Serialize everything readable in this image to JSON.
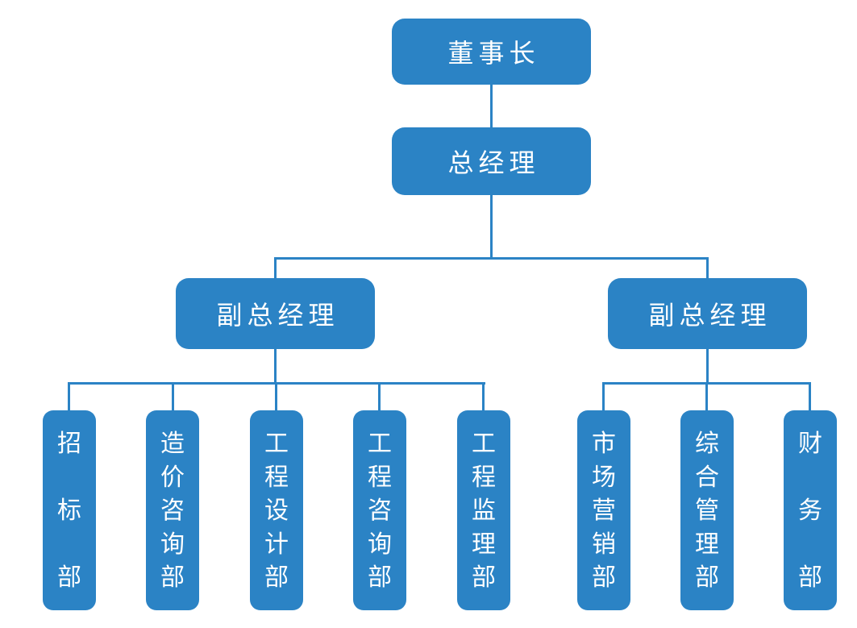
{
  "palette": {
    "canvas_bg": "#ffffff",
    "box_fill": "#2b83c5",
    "connector": "#2b83c5",
    "box_text": "#ffffff"
  },
  "org": {
    "type": "org-tree",
    "root": {
      "label": "董事长",
      "children": [
        {
          "label": "总经理",
          "children": [
            {
              "label": "副总经理",
              "children": [
                {
                  "label": "招标部"
                },
                {
                  "label": "造价咨询部"
                },
                {
                  "label": "工程设计部"
                },
                {
                  "label": "工程咨询部"
                },
                {
                  "label": "工程监理部"
                }
              ]
            },
            {
              "label": "副总经理",
              "children": [
                {
                  "label": "市场营销部"
                },
                {
                  "label": "综合管理部"
                },
                {
                  "label": "财务部"
                }
              ]
            }
          ]
        }
      ]
    }
  }
}
